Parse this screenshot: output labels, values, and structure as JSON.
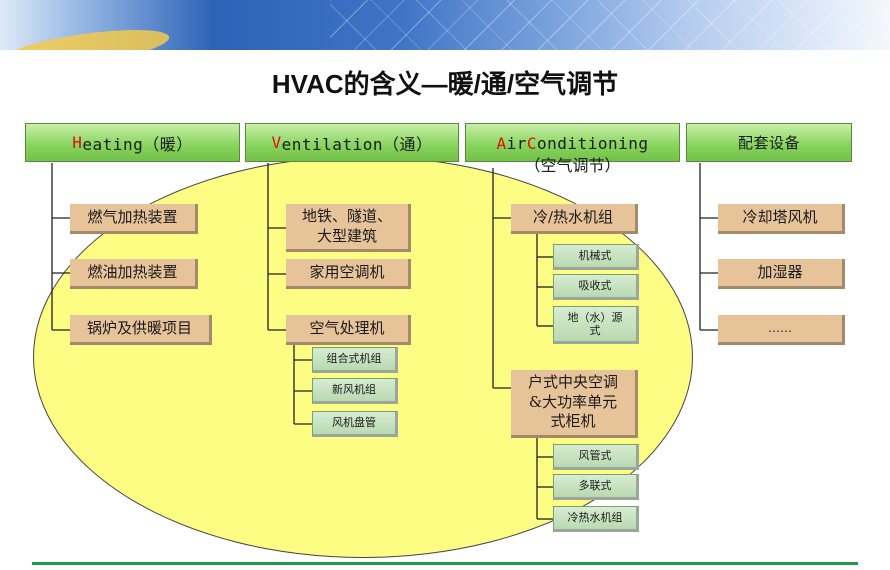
{
  "title": "HVAC的含义—暖/通/空气调节",
  "headers": [
    {
      "first": "H",
      "rest": "eating（暖）"
    },
    {
      "first": "V",
      "rest": "entilation（通）"
    },
    {
      "first": "A",
      "rest": "ir ",
      "second": "C",
      "rest2": "onditioning",
      "sub": "（空气调节）"
    },
    {
      "first": "",
      "rest": "配套设备"
    }
  ],
  "heating_items": [
    "燃气加热装置",
    "燃油加热装置",
    "锅炉及供暖项目"
  ],
  "ventilation_items": [
    "地铁、隧道、大型建筑",
    "家用空调机",
    "空气处理机"
  ],
  "ahu_types": [
    "组合式机组",
    "新风机组",
    "风机盘管"
  ],
  "ac_items": [
    "冷/热水机组",
    "户式中央空调&大功率单元式柜机"
  ],
  "chiller_types": [
    "机械式",
    "吸收式",
    "地（水）源式"
  ],
  "unitary_types": [
    "风管式",
    "多联式",
    "冷热水机组"
  ],
  "equipment_items": [
    "冷却塔风机",
    "加湿器",
    "……"
  ]
}
